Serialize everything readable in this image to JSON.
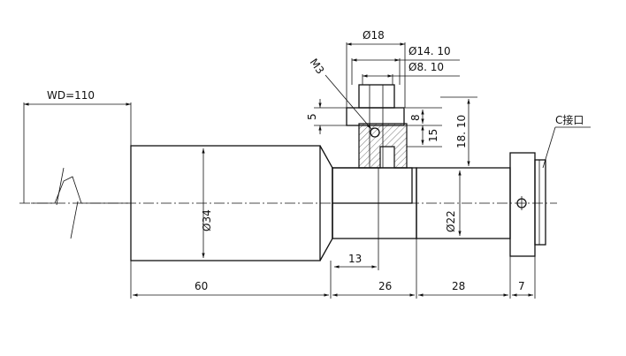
{
  "drawing": {
    "working_distance": "WD=110",
    "thread_label": "M3",
    "mount_label": "C接口",
    "diameters": {
      "top_outer": "Ø18",
      "top_mid": "Ø14. 10",
      "top_inner": "Ø8. 10",
      "front_barrel": "Ø34",
      "rear_barrel": "Ø22"
    },
    "vertical_dims": {
      "five": "5",
      "eight": "8",
      "fifteen": "15",
      "eighteen": "18. 10"
    },
    "lengths": {
      "front": "60",
      "middle": "26",
      "rear": "28",
      "mount": "7",
      "offset": "13"
    }
  }
}
